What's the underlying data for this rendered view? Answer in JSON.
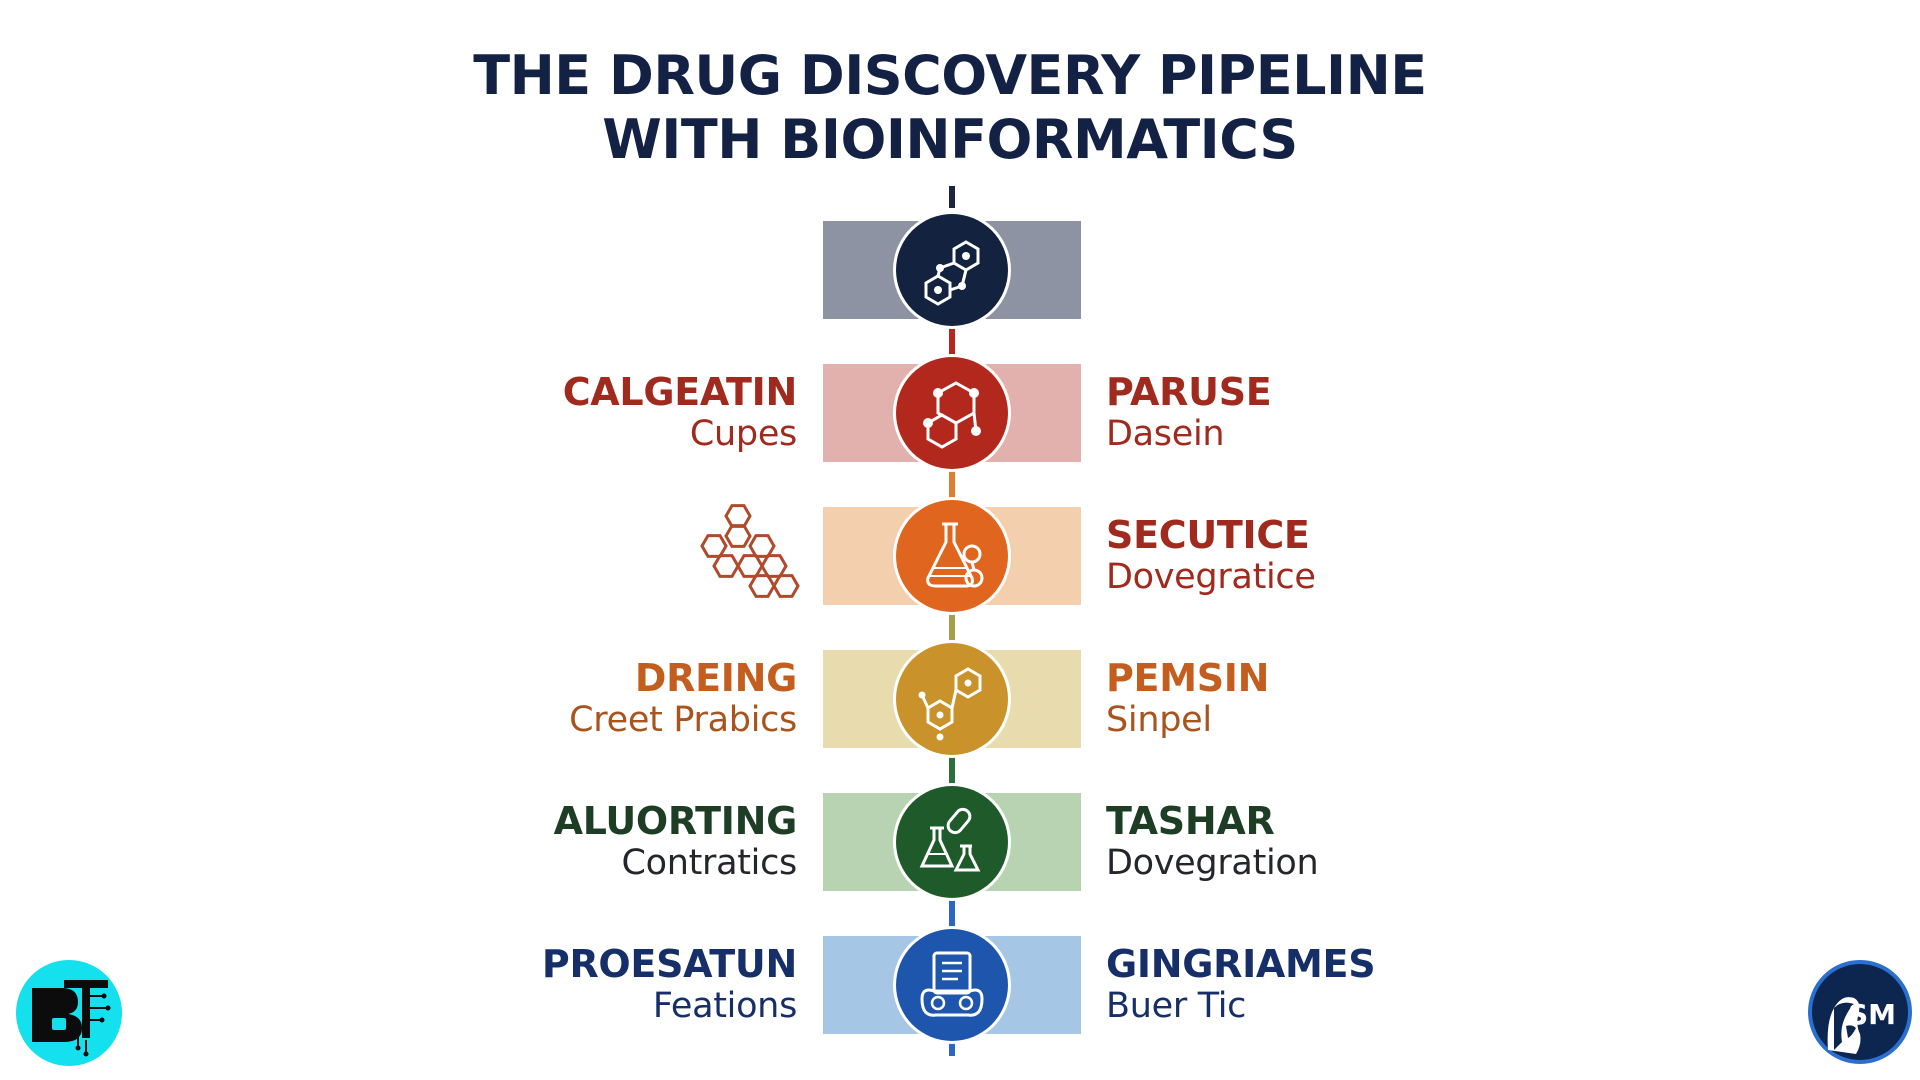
{
  "title": {
    "line1": "THE DRUG DISCOVERY PIPELINE",
    "line2": "WITH BIOINFORMATICS"
  },
  "stages": [
    {
      "band_color": "#8d93a2",
      "circle_color": "#12223f",
      "connector_color": "#1b2440",
      "icon": "molecule-hexagons-icon",
      "left": null,
      "right": null
    },
    {
      "band_color": "#e3b1ad",
      "circle_color": "#b3281c",
      "connector_color": "#b3281c",
      "icon": "molecular-network-icon",
      "left": {
        "name": "CALGEATIN",
        "desc": "Cupes",
        "name_color": "#a02a1d",
        "desc_color": "#a02a1d"
      },
      "right": {
        "name": "PARUSE",
        "desc": "Dasein",
        "name_color": "#a02a1d",
        "desc_color": "#a02a1d"
      }
    },
    {
      "band_color": "#f3cfad",
      "circle_color": "#e0661f",
      "connector_color": "#e07d35",
      "icon": "flask-icon",
      "left": null,
      "left_icon": "hexagon-cluster-icon",
      "left_icon_color": "#b04a2a",
      "right": {
        "name": "SECUTICE",
        "desc": "Dovegratice",
        "name_color": "#a02a1d",
        "desc_color": "#a02a1d"
      }
    },
    {
      "band_color": "#e8dbae",
      "circle_color": "#c9922a",
      "connector_color": "#a3a24a",
      "icon": "molecule-icon",
      "left": {
        "name": "DREING",
        "desc": "Creet Prabics",
        "name_color": "#c45e1e",
        "desc_color": "#a8541f"
      },
      "right": {
        "name": "PEMSIN",
        "desc": "Sinpel",
        "name_color": "#c45e1e",
        "desc_color": "#a8541f"
      }
    },
    {
      "band_color": "#b7d3b1",
      "circle_color": "#1f5a2a",
      "connector_color": "#2e6d3c",
      "icon": "lab-flasks-icon",
      "left": {
        "name": "ALUORTING",
        "desc": "Contratics",
        "name_color": "#1d3d24",
        "desc_color": "#24262c"
      },
      "right": {
        "name": "TASHAR",
        "desc": "Dovegration",
        "name_color": "#1d3d24",
        "desc_color": "#24262c"
      }
    },
    {
      "band_color": "#a6c6e6",
      "circle_color": "#1f56ad",
      "connector_color": "#2a66c6",
      "icon": "document-analysis-icon",
      "left": {
        "name": "PROESATUN",
        "desc": "Feations",
        "name_color": "#172f69",
        "desc_color": "#172f69"
      },
      "right": {
        "name": "GINGRIAMES",
        "desc": "Buer Tic",
        "name_color": "#172f69",
        "desc_color": "#172f69"
      }
    }
  ],
  "logos": {
    "left": {
      "name": "bt-logo",
      "letters": "BT",
      "color": "#15e0ee"
    },
    "right": {
      "name": "sm-logo",
      "letters": "SM",
      "color": "#0d2650"
    }
  }
}
